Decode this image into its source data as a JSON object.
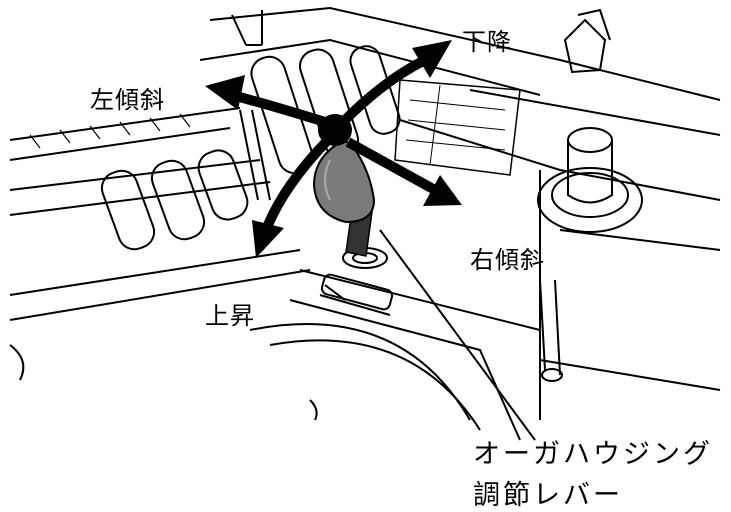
{
  "labels": {
    "down": "下降",
    "left_tilt": "左傾斜",
    "right_tilt": "右傾斜",
    "up": "上昇"
  },
  "callout": {
    "line1": "オーガハウジング",
    "line2": "調節レバー"
  }
}
